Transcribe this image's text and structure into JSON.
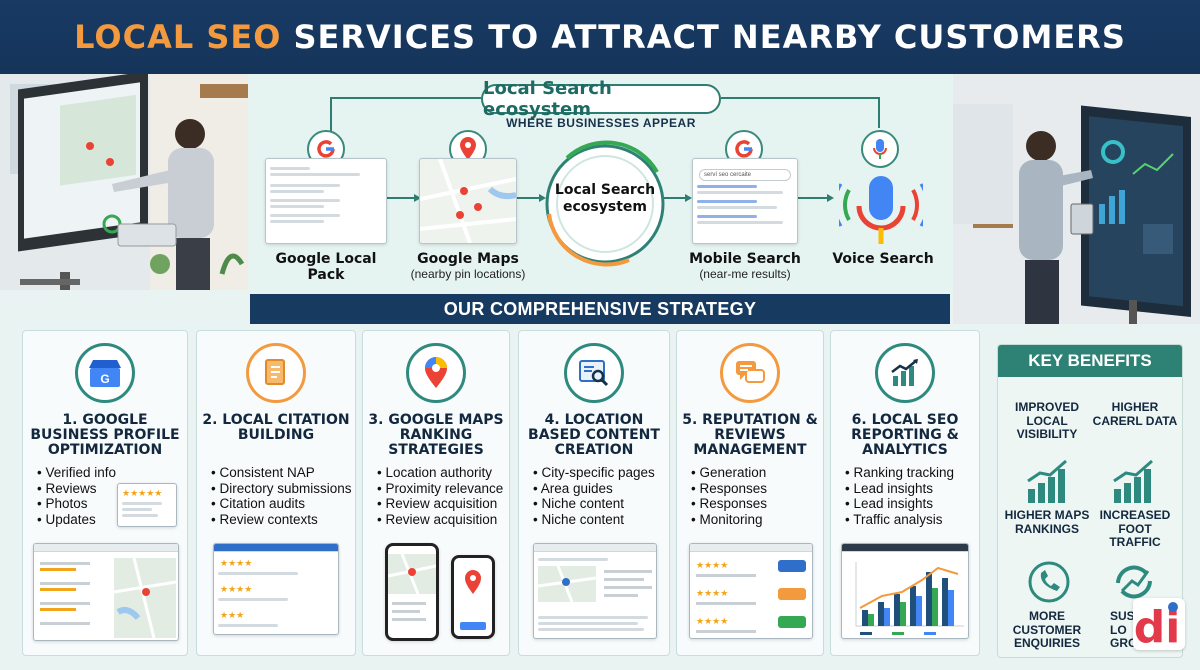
{
  "title": {
    "accent": "LOCAL SEO",
    "rest": "SERVICES TO ATTRACT NEARBY CUSTOMERS"
  },
  "ecosystem": {
    "heading": "Local Search ecosystem",
    "subheading": "WHERE BUSINESSES APPEAR",
    "center": "Local Search ecosystem",
    "nodes": [
      {
        "label": "Google Local Pack",
        "caption": ""
      },
      {
        "label": "Google Maps",
        "caption": "(nearby pin locations)"
      },
      {
        "label": "Mobile Search",
        "caption": "(near-me results)"
      },
      {
        "label": "Voice Search",
        "caption": ""
      }
    ],
    "mobile_search_query": "serví seo cercaite"
  },
  "strategy_heading": "OUR COMPREHENSIVE STRATEGY",
  "strategies": [
    {
      "title": "1. GOOGLE BUSINESS PROFILE OPTIMIZATION",
      "items": [
        "Verified info",
        "Reviews",
        "Photos",
        "Updates"
      ]
    },
    {
      "title": "2. LOCAL CITATION BUILDING",
      "items": [
        "Consistent NAP",
        "Directory submissions",
        "Citation audits",
        "Review contexts"
      ]
    },
    {
      "title": "3. GOOGLE MAPS RANKING STRATEGIES",
      "items": [
        "Location authority",
        "Proximity relevance",
        "Review acquisition",
        "Review acquisition"
      ]
    },
    {
      "title": "4. LOCATION BASED CONTENT CREATION",
      "items": [
        "City-specific pages",
        "Area guides",
        "Niche content",
        "Niche content"
      ]
    },
    {
      "title": "5. REPUTATION & REVIEWS MANAGEMENT",
      "items": [
        "Generation",
        "Responses",
        "Responses",
        "Monitoring"
      ]
    },
    {
      "title": "6. LOCAL SEO REPORTING & ANALYTICS",
      "items": [
        "Ranking tracking",
        "Lead insights",
        "Lead insights",
        "Traffic analysis"
      ]
    }
  ],
  "benefits": {
    "heading": "KEY BENEFITS",
    "items": [
      "IMPROVED LOCAL VISIBILITY",
      "HIGHER CARERL DATA",
      "HIGHER MAPS RANKINGS",
      "INCREASED FOOT TRAFFIC",
      "MORE CUSTOMER ENQUIRIES",
      "SUSTA LO GRO"
    ]
  },
  "logo_text": "di",
  "colors": {
    "navy": "#173b60",
    "orange": "#f39a3f",
    "teal": "#2e8275",
    "google_blue": "#4285F4",
    "google_red": "#EA4335",
    "google_yellow": "#FBBC05",
    "google_green": "#34A853"
  }
}
